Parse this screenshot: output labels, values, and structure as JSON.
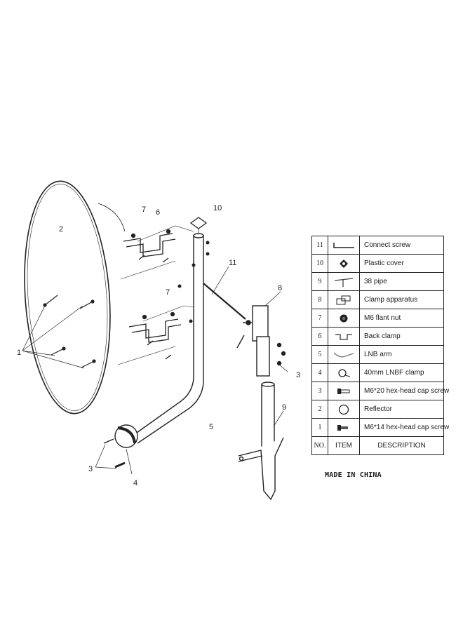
{
  "callouts": {
    "c1": "1",
    "c2": "2",
    "c3a": "3",
    "c3b": "3",
    "c4": "4",
    "c5": "5",
    "c6": "6",
    "c7a": "7",
    "c7b": "7",
    "c8": "8",
    "c9": "9",
    "c10": "10",
    "c11": "11"
  },
  "parts_table": {
    "rows": [
      {
        "no": "11",
        "icon": "connect-screw-icon",
        "description": "Connect screw"
      },
      {
        "no": "10",
        "icon": "plastic-cover-icon",
        "description": "Plastic cover"
      },
      {
        "no": "9",
        "icon": "pipe-icon",
        "description": "38 pipe"
      },
      {
        "no": "8",
        "icon": "clamp-apparatus-icon",
        "description": "Clamp apparatus"
      },
      {
        "no": "7",
        "icon": "flange-nut-icon",
        "description": "M6 flant nut"
      },
      {
        "no": "6",
        "icon": "back-clamp-icon",
        "description": "Back clamp"
      },
      {
        "no": "5",
        "icon": "lnb-arm-icon",
        "description": "LNB arm"
      },
      {
        "no": "4",
        "icon": "lnbf-clamp-icon",
        "description": "40mm LNBF clamp"
      },
      {
        "no": "3",
        "icon": "hex-cap-screw-long-icon",
        "description": "M6*20 hex-head cap screw"
      },
      {
        "no": "2",
        "icon": "reflector-icon",
        "description": "Reflector"
      },
      {
        "no": "1",
        "icon": "hex-cap-screw-short-icon",
        "description": "M6*14 hex-head cap screw"
      }
    ],
    "header": {
      "no": "NO.",
      "item": "ITEM",
      "description": "DESCRIPTION"
    }
  },
  "footer": {
    "made_in": "MADE IN CHINA"
  }
}
